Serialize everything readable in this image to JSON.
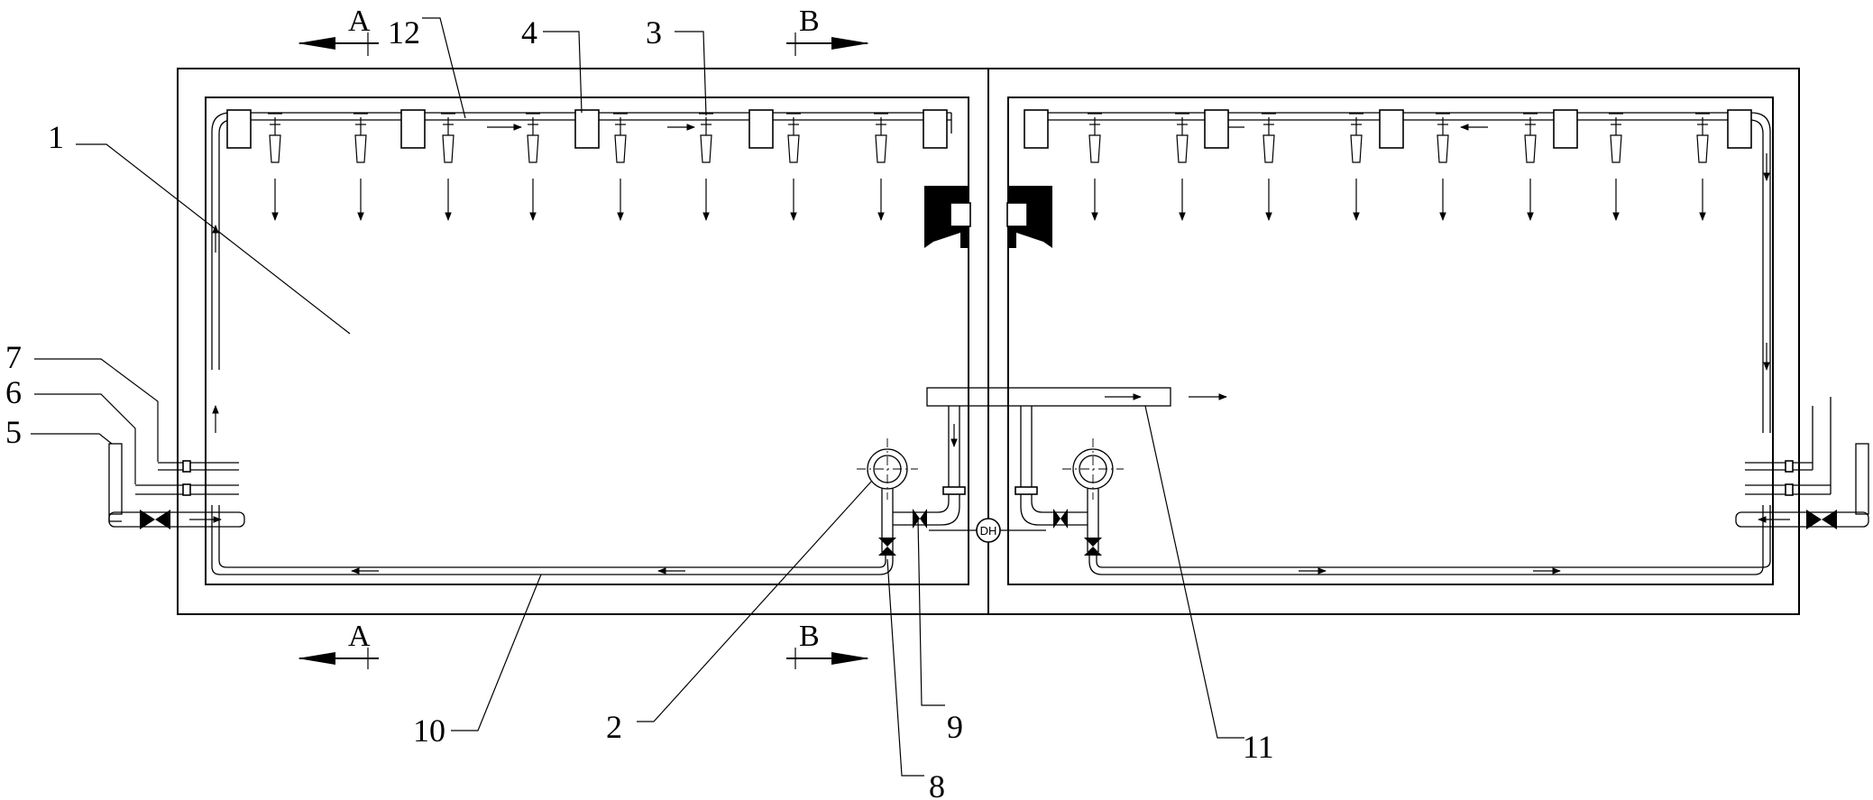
{
  "labels": {
    "l1": "1",
    "l2": "2",
    "l3": "3",
    "l4": "4",
    "l5": "5",
    "l6": "6",
    "l7": "7",
    "l8": "8",
    "l9": "9",
    "l10": "10",
    "l11": "11",
    "l12": "12"
  },
  "sections": {
    "a": "A",
    "b": "B"
  },
  "pump_tag": "DH"
}
